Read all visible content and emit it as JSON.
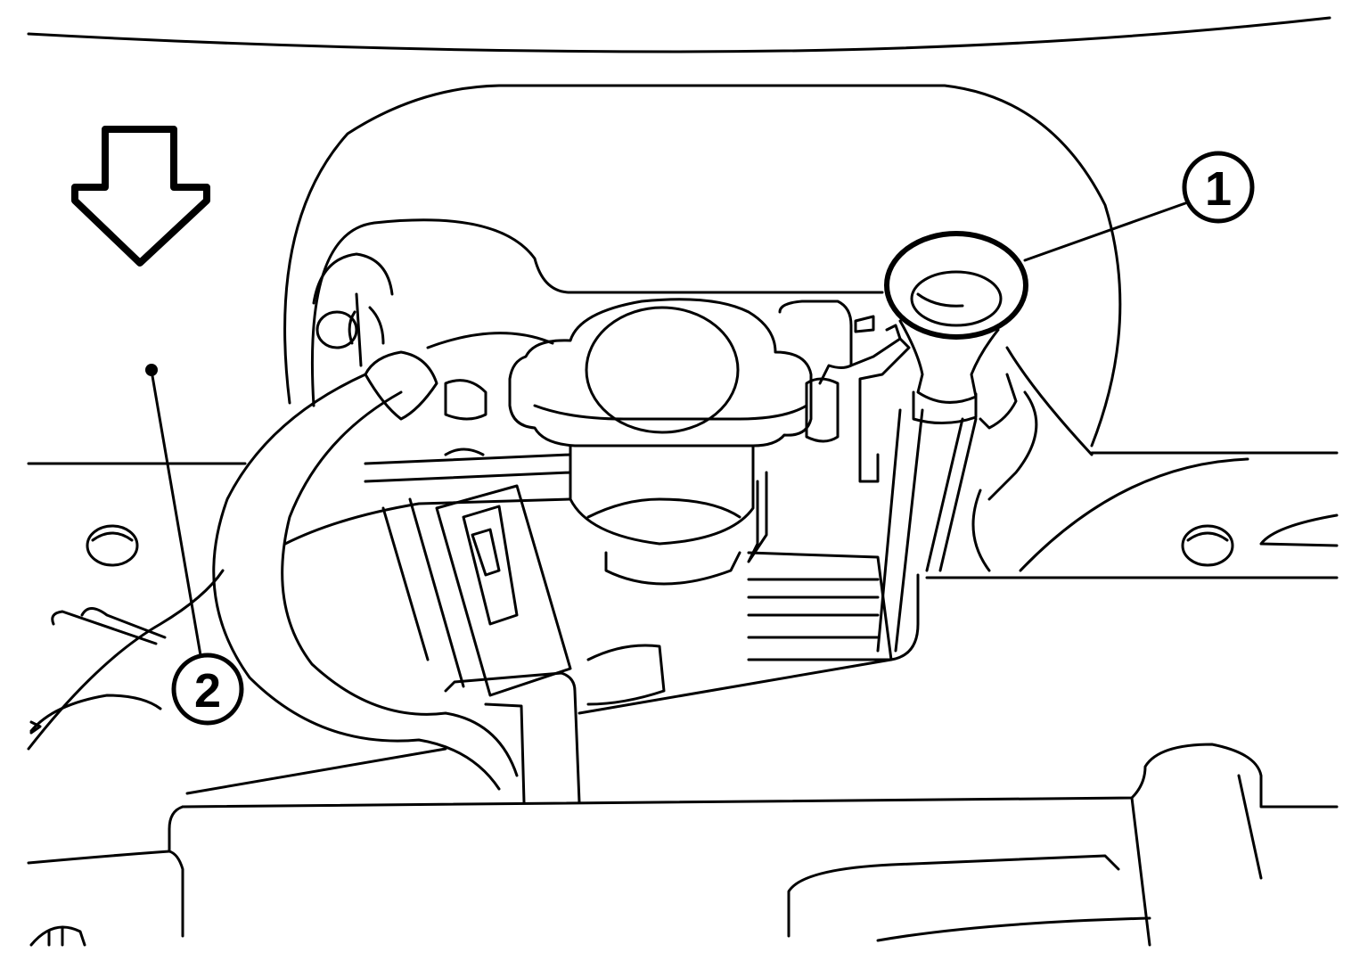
{
  "callouts": [
    {
      "label": "1",
      "target": "oil-filler-cap"
    },
    {
      "label": "2",
      "target": "engine-front-side"
    }
  ],
  "symbols": {
    "direction_arrow": "down-arrow-icon"
  },
  "colors": {
    "line": "#000000",
    "background": "#ffffff"
  }
}
